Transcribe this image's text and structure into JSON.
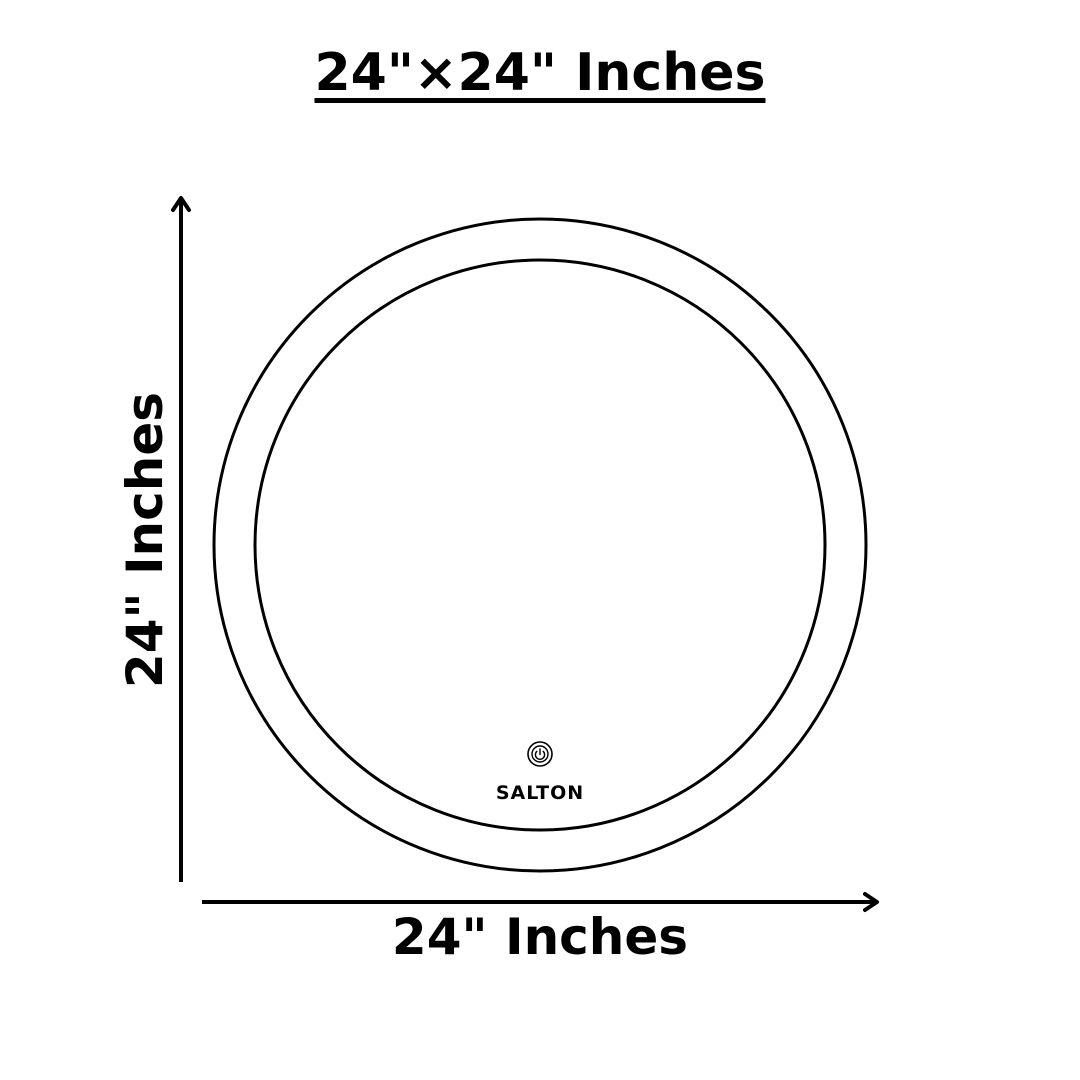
{
  "title": "24\"×24\" Inches",
  "height_label": "24\" Inches",
  "width_label": "24\" Inches",
  "brand": "SALTON",
  "icons": {
    "touch_switch": "power-icon"
  },
  "colors": {
    "line": "#000000",
    "background": "#ffffff"
  }
}
